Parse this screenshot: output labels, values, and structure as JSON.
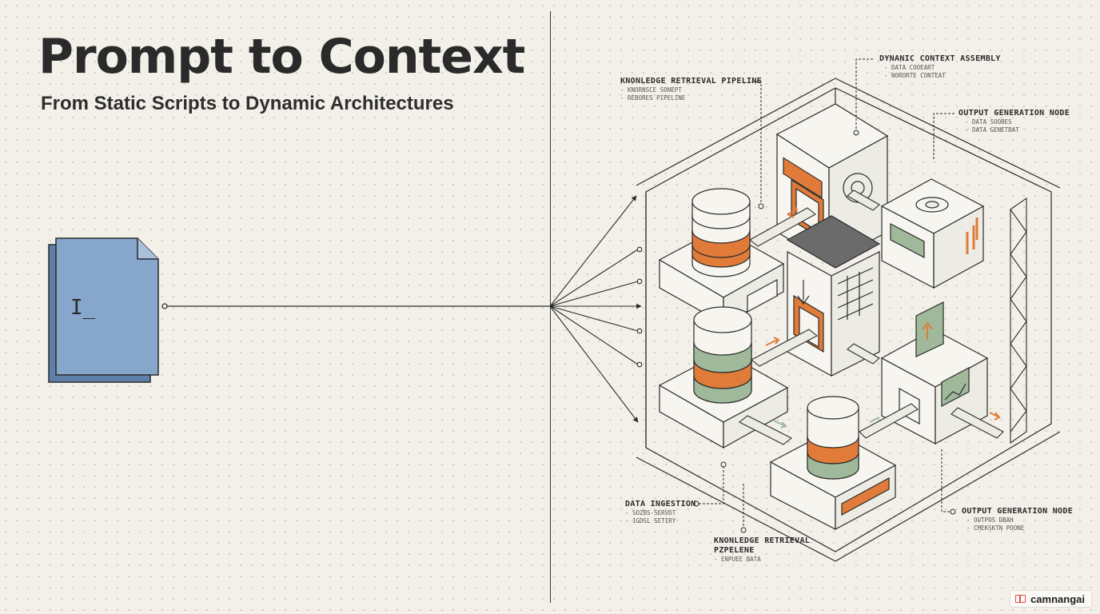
{
  "header": {
    "title": "Prompt to Context",
    "subtitle": "From Static Scripts to Dynamic Architectures"
  },
  "prompt_doc": {
    "cursor_text": "I_",
    "color": "#86a6cc"
  },
  "labels": {
    "knowledge_top": {
      "title": "KNONLEDGE RETRIEVAL PIPELINE",
      "lines": [
        "- KNORNSCE SONEPT",
        "- REBORES PIPELINE"
      ]
    },
    "dynamic_context": {
      "title": "DYNANIC CONTEXT ASSEMBLY",
      "lines": [
        "- DATA COOEART",
        "- NORORTE CONTEAT"
      ]
    },
    "output_top": {
      "title": "OUTPUT GENERATION NODE",
      "lines": [
        "- DATA SOOBES",
        "- DATA GENETBAT"
      ]
    },
    "data_ingestion": {
      "title": "DATA INGESTION",
      "lines": [
        "- SOZBS-SERVDT",
        "- 1GDSL SETIRY"
      ]
    },
    "knowledge_bottom": {
      "title_line1": "KNONLEDGE RETRIEVAL",
      "title_line2": "PZPELENE",
      "lines": [
        "- ENPUEE BATA"
      ]
    },
    "output_bottom": {
      "title": "OUTPUT GENERATION NODE",
      "lines": [
        "- OUTPOS DBAH",
        "- CMEKSKTN POONE"
      ]
    }
  },
  "branding": {
    "name": "camnangai"
  },
  "colors": {
    "orange": "#e07b39",
    "green": "#9fb99a",
    "ink": "#2b2b2b",
    "paper": "#f2f0e9",
    "blue_doc": "#86a6cc"
  }
}
